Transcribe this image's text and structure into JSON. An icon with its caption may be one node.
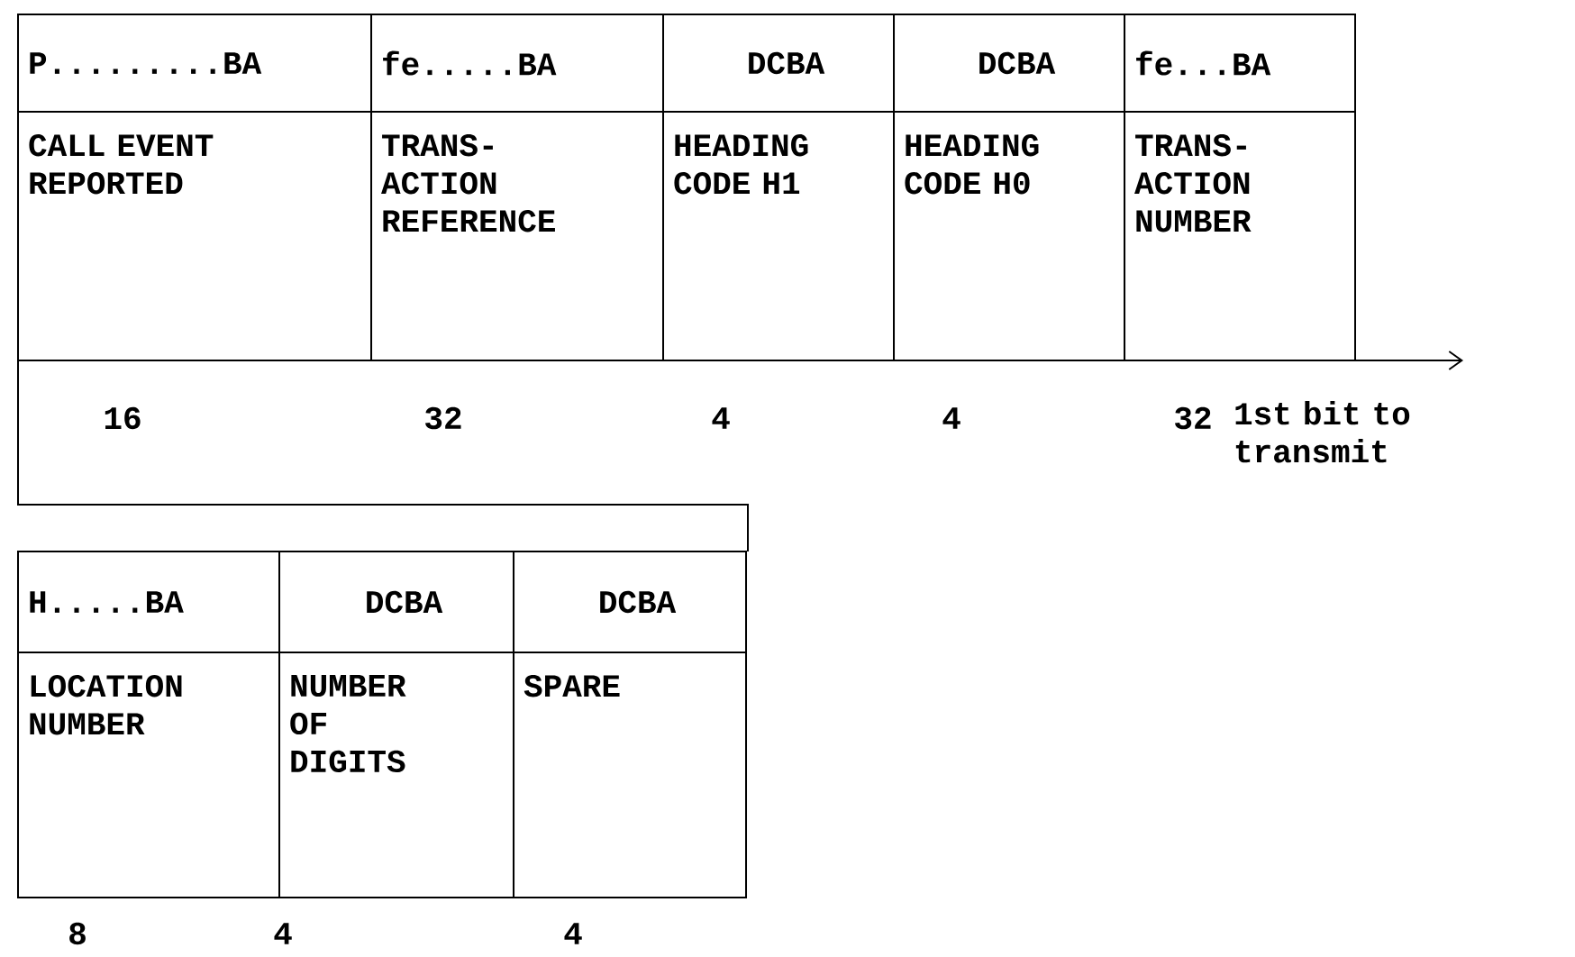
{
  "diagram": {
    "nodes": [
      {
        "text": [
          "P.........BA",
          "CALL EVENT REPORTED"
        ],
        "beside": [
          "16"
        ]
      },
      {
        "text": [
          "fe.....BA",
          "TRANS- ACTION REFERENCE"
        ],
        "beside": [
          "32"
        ]
      },
      {
        "text": [
          "DCBA",
          "HEADING CODE H1"
        ],
        "beside": [
          "4"
        ]
      },
      {
        "text": [
          "DCBA",
          "HEADING CODE H0"
        ],
        "beside": [
          "4"
        ]
      },
      {
        "text": [
          "fe...BA",
          "TRANS- ACTION NUMBER"
        ],
        "beside": [
          "32"
        ]
      },
      {
        "text": [
          "H.....BA",
          "LOCATION NUMBER"
        ],
        "beside": [
          "8"
        ]
      },
      {
        "text": [
          "DCBA",
          "NUMBER OF DIGITS"
        ],
        "beside": [
          "4"
        ]
      },
      {
        "text": [
          "DCBA",
          "SPARE"
        ],
        "beside": [
          "4"
        ]
      }
    ],
    "labels": [
      "1st bit to transmit"
    ]
  }
}
